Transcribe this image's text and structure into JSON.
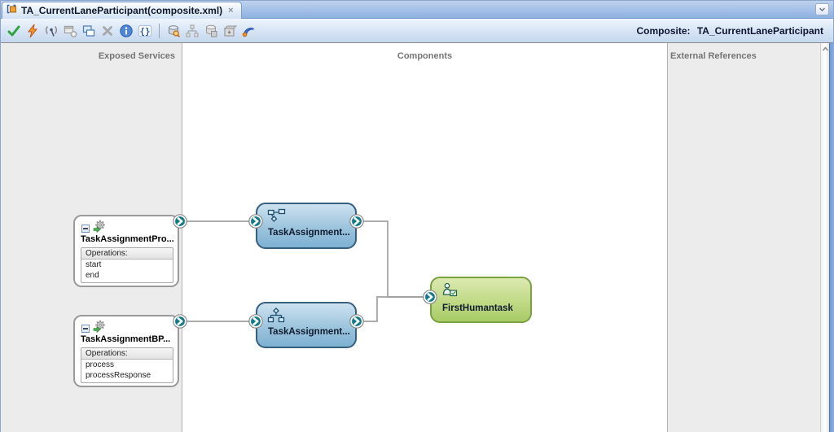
{
  "tab_bar": {
    "active_tab": {
      "title": "TA_CurrentLaneParticipant(composite.xml)",
      "close_glyph": "×"
    }
  },
  "toolbar": {
    "composite_label": "Composite:",
    "composite_name": "TA_CurrentLaneParticipant",
    "icon_names": [
      "validate-icon",
      "make-icon",
      "deploy-antenna-icon",
      "add-window-icon",
      "windows-icon",
      "delete-icon",
      "info-icon",
      "source-braces-icon",
      "database-query-icon",
      "topology-icon",
      "database-save-icon",
      "archive-icon",
      "refresh-swoosh-icon"
    ]
  },
  "lanes": {
    "exposed_services_label": "Exposed Services",
    "components_label": "Components",
    "external_references_label": "External References"
  },
  "exposed_services": [
    {
      "title": "TaskAssignmentPro...",
      "operations_header": "Operations:",
      "operations": [
        "start",
        "end"
      ]
    },
    {
      "title": "TaskAssignmentBP...",
      "operations_header": "Operations:",
      "operations": [
        "process",
        "processResponse"
      ]
    }
  ],
  "components": [
    {
      "title": "TaskAssignment...",
      "type": "bpel-process"
    },
    {
      "title": "TaskAssignment...",
      "type": "bpmn-process"
    },
    {
      "title": "FirstHumantask",
      "type": "human-task"
    }
  ],
  "colors": {
    "connector_teal": "#0d7b8a",
    "wire_gray": "#a0a0a0",
    "component_blue_border": "#35617f",
    "component_green_border": "#7aa23e"
  }
}
